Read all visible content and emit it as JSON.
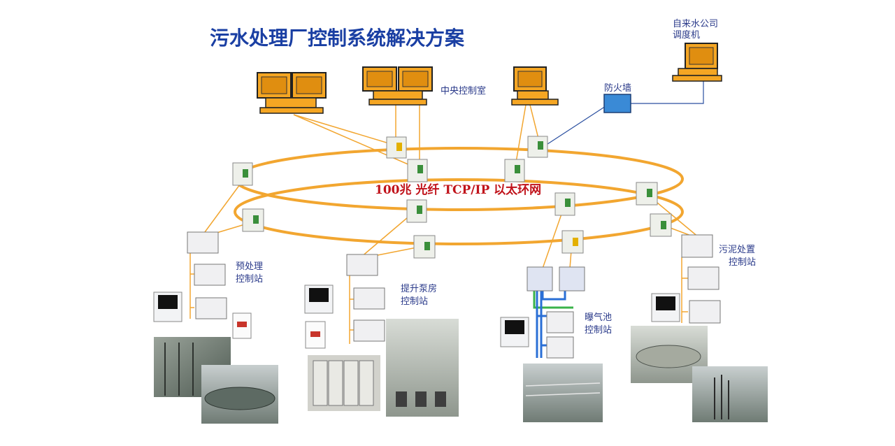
{
  "title": "污水处理厂控制系统解决方案",
  "ring_label": "100兆 光纤 TCP/IP 以太环网",
  "central_control_room": "中央控制室",
  "firewall": "防火墙",
  "water_company_line1": "自来水公司",
  "water_company_line2": "调度机",
  "stations": {
    "pretreatment_line1": "预处理",
    "pretreatment_line2": "控制站",
    "pump_line1": "提升泵房",
    "pump_line2": "控制站",
    "aeration_line1": "曝气池",
    "aeration_line2": "控制站",
    "sludge_line1": "污泥处置",
    "sludge_line2": "控制站"
  },
  "colors": {
    "title": "#1a3fa3",
    "ring": "#f2a630",
    "ring_label": "#c0121a",
    "computer": "#f5a623",
    "firewall": "#3a8ad6",
    "labels": "#2a3a8a"
  }
}
